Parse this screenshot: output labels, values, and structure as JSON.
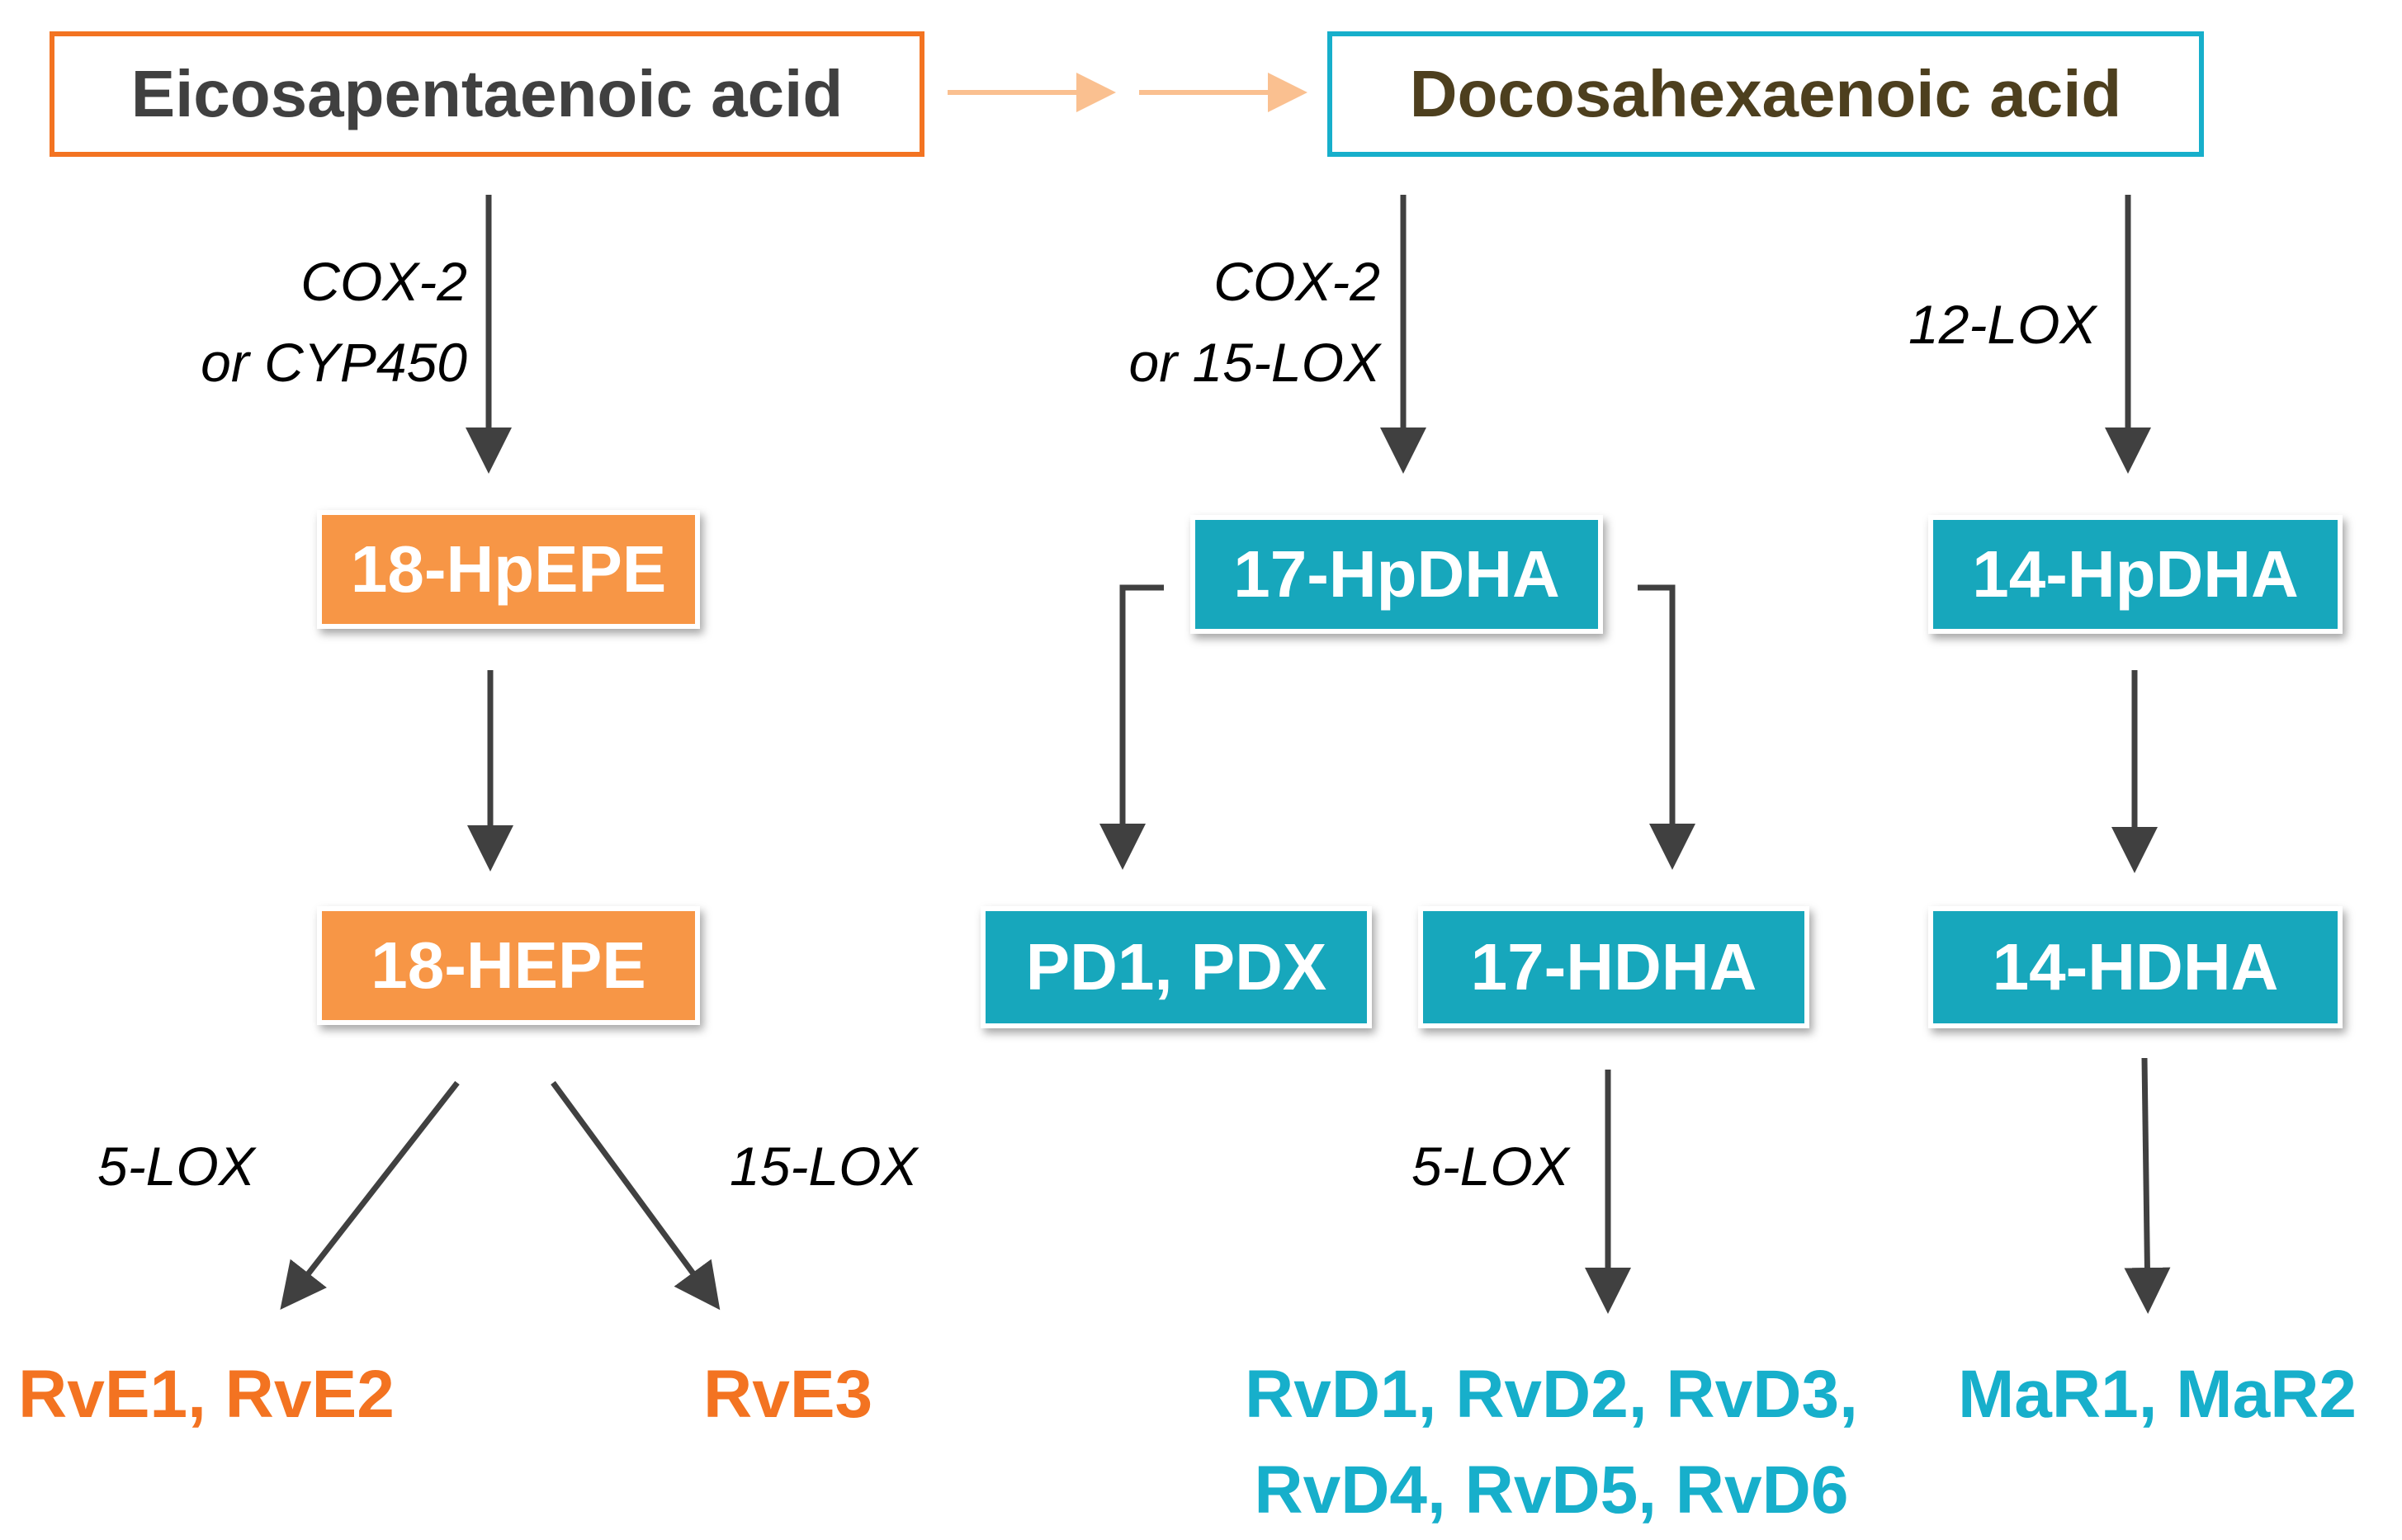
{
  "colors": {
    "epa_accent": "#F37321",
    "dha_accent": "#17AFCB",
    "orange_node": "#F79646",
    "teal_node": "#17A7BC",
    "arrow": "#404040",
    "faded_arrow": "#FAC090"
  },
  "sources": {
    "epa": "Eicosapentaenoic acid",
    "dha": "Docosahexaenoic acid"
  },
  "intermediates": {
    "hpepe_18": "18-HpEPE",
    "hepe_18": "18-HEPE",
    "hpdha_17": "17-HpDHA",
    "hpdha_14": "14-HpDHA",
    "pd1_pdx": "PD1, PDX",
    "hdha_17": "17-HDHA",
    "hdha_14": "14-HDHA"
  },
  "enzymes": {
    "epa_step1_line1": "COX-2",
    "epa_step1_line2": "or CYP450",
    "dha_step1_line1": "COX-2",
    "dha_step1_line2": "or 15-LOX",
    "dha_maresin": "12-LOX",
    "epa_5lox": "5-LOX",
    "epa_15lox": "15-LOX",
    "dha_5lox": "5-LOX"
  },
  "products": {
    "rve12": "RvE1, RvE2",
    "rve3": "RvE3",
    "rvd_line1": "RvD1, RvD2, RvD3,",
    "rvd_line2": "RvD4, RvD5, RvD6",
    "mar": "MaR1, MaR2"
  }
}
